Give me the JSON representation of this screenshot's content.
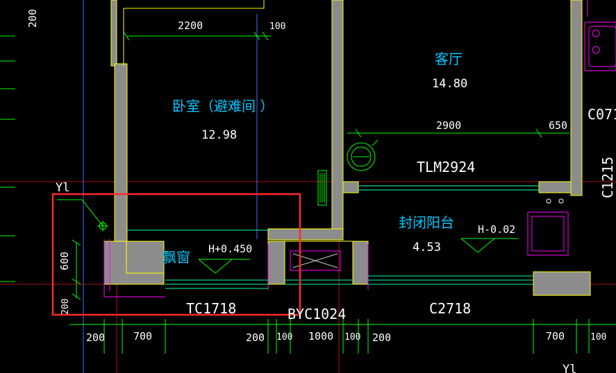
{
  "drawing": {
    "rooms": {
      "bedroom_name": "卧室（避难间 ）",
      "bedroom_area": "12.98",
      "living_name": "客厅",
      "living_area": "14.80",
      "balcony_name": "封闭阳台",
      "balcony_area": "4.53",
      "baywindow_name": "飘窗"
    },
    "elevations": {
      "baywindow": "H+0.450",
      "balcony": "H-0.02"
    },
    "codes": {
      "door_living": "TLM2924",
      "window_bay": "TC1718",
      "window_byc": "BYC1024",
      "window_c": "C2718",
      "window_right": "C071",
      "window_right_vertical": "C1215"
    },
    "axis_labels": {
      "top_left": "Yl",
      "bottom_right": "Yl"
    },
    "dimensions": {
      "top_2200": "2200",
      "top_100": "100",
      "top_200_vertical": "200",
      "mid_2900": "2900",
      "mid_650": "650",
      "left_600": "600",
      "left_200": "200",
      "bottom": [
        "200",
        "700",
        "200",
        "100",
        "1000",
        "100",
        "200",
        "700",
        "100"
      ]
    },
    "colors": {
      "wall_fill": "#8c8c8c",
      "wall_edge": "#ffff00",
      "dim_line": "#00ff00",
      "window_line": "#00ffaa",
      "fixture": "#ff00ff",
      "highlight": "#ff2a2a",
      "text_room": "#00c8ff",
      "text_dim": "#ffffff"
    }
  }
}
